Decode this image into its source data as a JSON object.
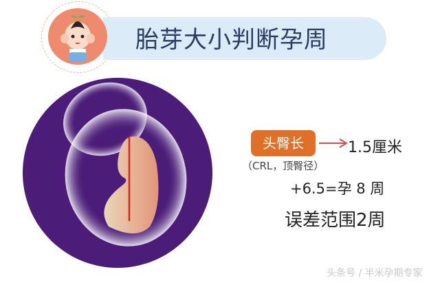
{
  "header": {
    "title": "胎芽大小判断孕周",
    "avatar_icon": "baby-with-sprout-icon",
    "banner_color": "#dcebf8"
  },
  "illustration": {
    "name": "embryo-in-gestational-sac",
    "background_color": "#4b1c78",
    "measure_line_color": "#e02020"
  },
  "info": {
    "label": "头臀长",
    "label_color": "#e06f28",
    "arrow_icon": "right-arrow-icon",
    "measurement": "1.5厘米",
    "subtitle": "（CRL，顶臀径）",
    "formula": "+6.5=孕 8 周",
    "error_range": "误差范围2周"
  },
  "watermark": "头条号 / 半米孕期专家"
}
